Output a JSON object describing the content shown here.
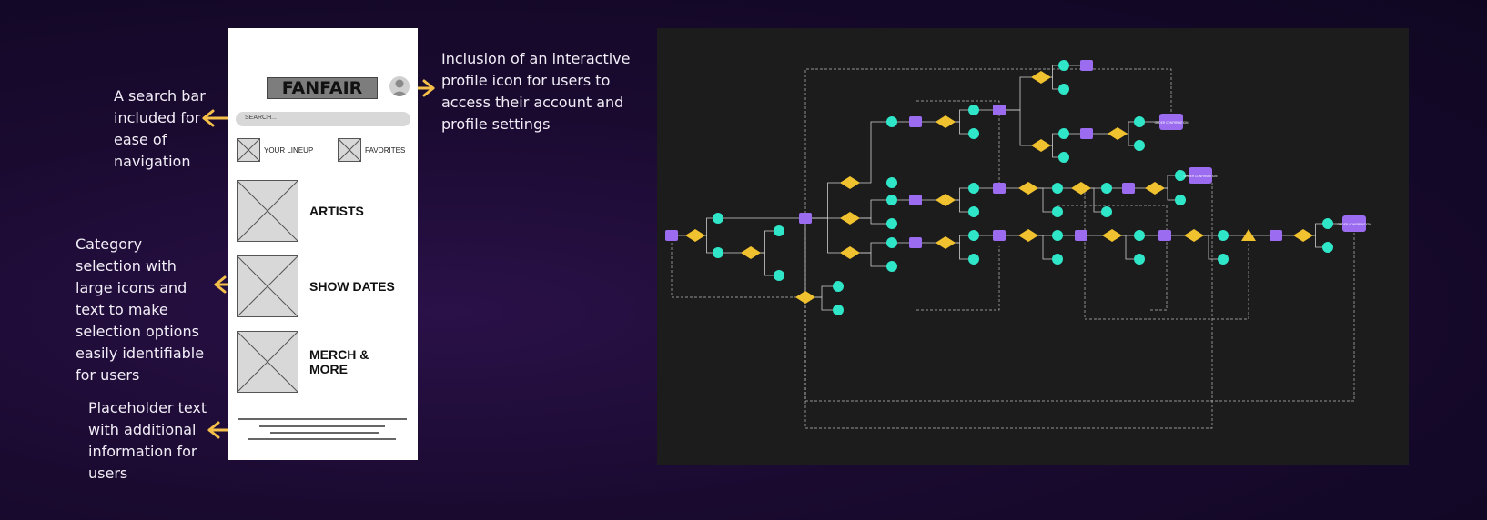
{
  "annotations": {
    "search": "A search bar included for ease of navigation",
    "category": "Category selection with large icons and text to make selection options easily identifiable for users",
    "placeholder": "Placeholder text with additional information for users",
    "profile": "Inclusion of an interactive profile icon for users to access their account and profile settings"
  },
  "wireframe": {
    "logo": "FANFAIR",
    "search_placeholder": "SEARCH...",
    "quick_links": [
      "YOUR LINEUP",
      "FAVORITES"
    ],
    "categories": [
      "ARTISTS",
      "SHOW DATES",
      "MERCH & MORE"
    ]
  },
  "flowchart": {
    "end_label": "ORDER CONFIRMATION"
  },
  "colors": {
    "arrow": "#f5c04a",
    "process": "#9b6cf0",
    "decision": "#f1c22f",
    "terminal": "#2fe6c8",
    "panel": "#1c1c1c"
  }
}
